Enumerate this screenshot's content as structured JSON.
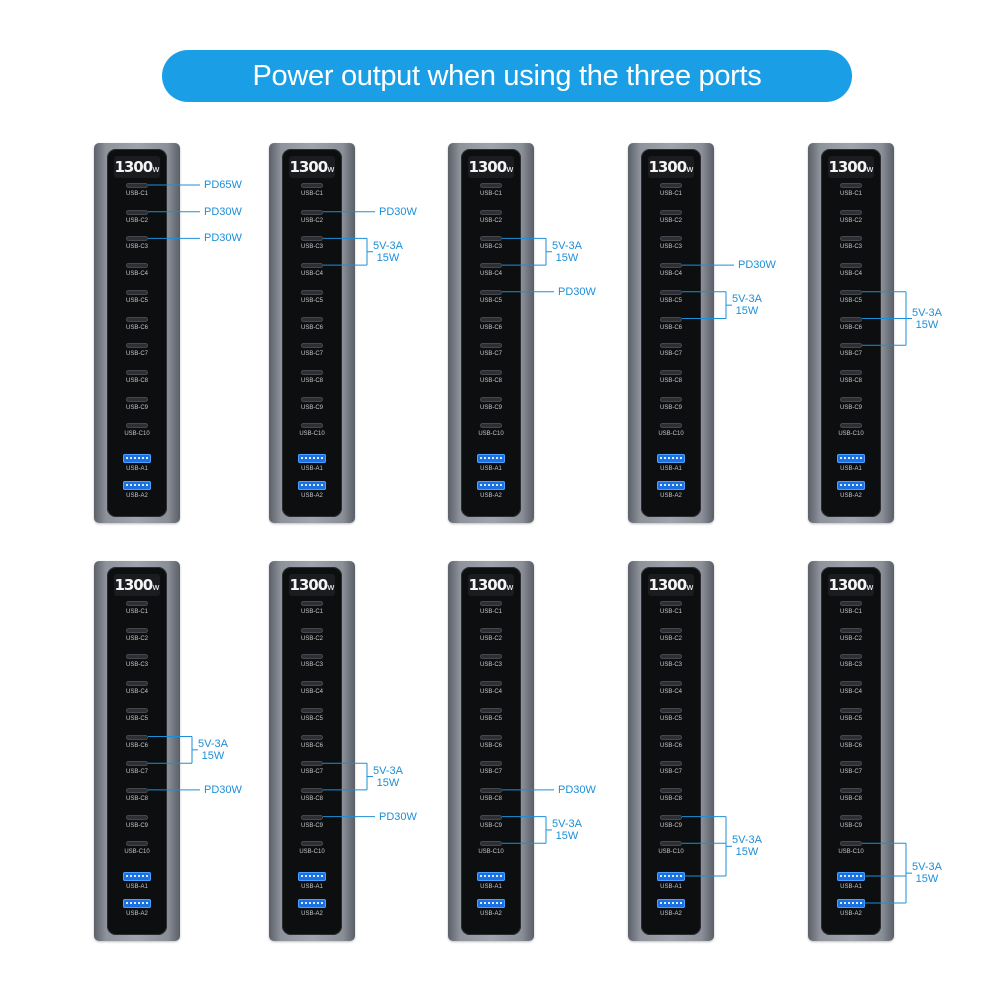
{
  "title": "Power output when using the three ports",
  "accent_color": "#1a9fe6",
  "annotation_color": "#1d8fd8",
  "display_value": "1300",
  "display_unit": "w",
  "c_ports": [
    "USB-C1",
    "USB-C2",
    "USB-C3",
    "USB-C4",
    "USB-C5",
    "USB-C6",
    "USB-C7",
    "USB-C8",
    "USB-C9",
    "USB-C10"
  ],
  "a_ports": [
    "USB-A1",
    "USB-A2"
  ],
  "chargers": [
    {
      "annotations": [
        {
          "ports": [
            "USB-C1"
          ],
          "label": "PD65W"
        },
        {
          "ports": [
            "USB-C2"
          ],
          "label": "PD30W"
        },
        {
          "ports": [
            "USB-C3"
          ],
          "label": "PD30W"
        }
      ]
    },
    {
      "annotations": [
        {
          "ports": [
            "USB-C2"
          ],
          "label": "PD30W"
        },
        {
          "ports": [
            "USB-C3",
            "USB-C4"
          ],
          "label": "5V-3A\n15W"
        }
      ]
    },
    {
      "annotations": [
        {
          "ports": [
            "USB-C3",
            "USB-C4"
          ],
          "label": "5V-3A\n15W"
        },
        {
          "ports": [
            "USB-C5"
          ],
          "label": "PD30W"
        }
      ]
    },
    {
      "annotations": [
        {
          "ports": [
            "USB-C4"
          ],
          "label": "PD30W"
        },
        {
          "ports": [
            "USB-C5",
            "USB-C6"
          ],
          "label": "5V-3A\n15W"
        }
      ]
    },
    {
      "annotations": [
        {
          "ports": [
            "USB-C5",
            "USB-C6",
            "USB-C7"
          ],
          "label": "5V-3A\n15W"
        }
      ]
    },
    {
      "annotations": [
        {
          "ports": [
            "USB-C6",
            "USB-C7"
          ],
          "label": "5V-3A\n15W"
        },
        {
          "ports": [
            "USB-C8"
          ],
          "label": "PD30W"
        }
      ]
    },
    {
      "annotations": [
        {
          "ports": [
            "USB-C7",
            "USB-C8"
          ],
          "label": "5V-3A\n15W"
        },
        {
          "ports": [
            "USB-C9"
          ],
          "label": "PD30W"
        }
      ]
    },
    {
      "annotations": [
        {
          "ports": [
            "USB-C8"
          ],
          "label": "PD30W"
        },
        {
          "ports": [
            "USB-C9",
            "USB-C10"
          ],
          "label": "5V-3A\n15W"
        }
      ]
    },
    {
      "annotations": [
        {
          "ports": [
            "USB-C9",
            "USB-C10",
            "USB-A1"
          ],
          "label": "5V-3A\n15W"
        }
      ]
    },
    {
      "annotations": [
        {
          "ports": [
            "USB-C10",
            "USB-A1",
            "USB-A2"
          ],
          "label": "5V-3A\n15W"
        }
      ]
    }
  ]
}
